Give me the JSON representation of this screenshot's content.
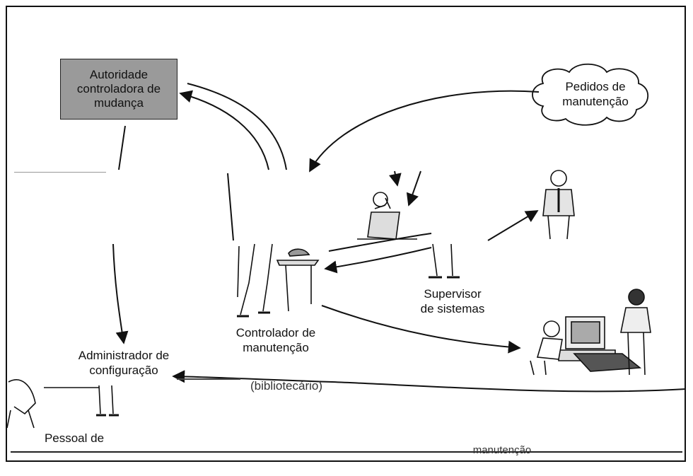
{
  "nodes": {
    "authority": "Autoridade\ncontroladora de\nmudança",
    "requests": "Pedidos de\nmanutenção",
    "supervisor": "Supervisor\nde sistemas",
    "controller": "Controlador de\nmanutenção",
    "config_admin": "Administrador de\nconfiguração",
    "librarian": "(bibliotecário)",
    "staff": "Pessoal de",
    "bottom_fragment": "manutenção"
  },
  "colors": {
    "authority_fill": "#9a9a9a",
    "ink": "#111111"
  }
}
